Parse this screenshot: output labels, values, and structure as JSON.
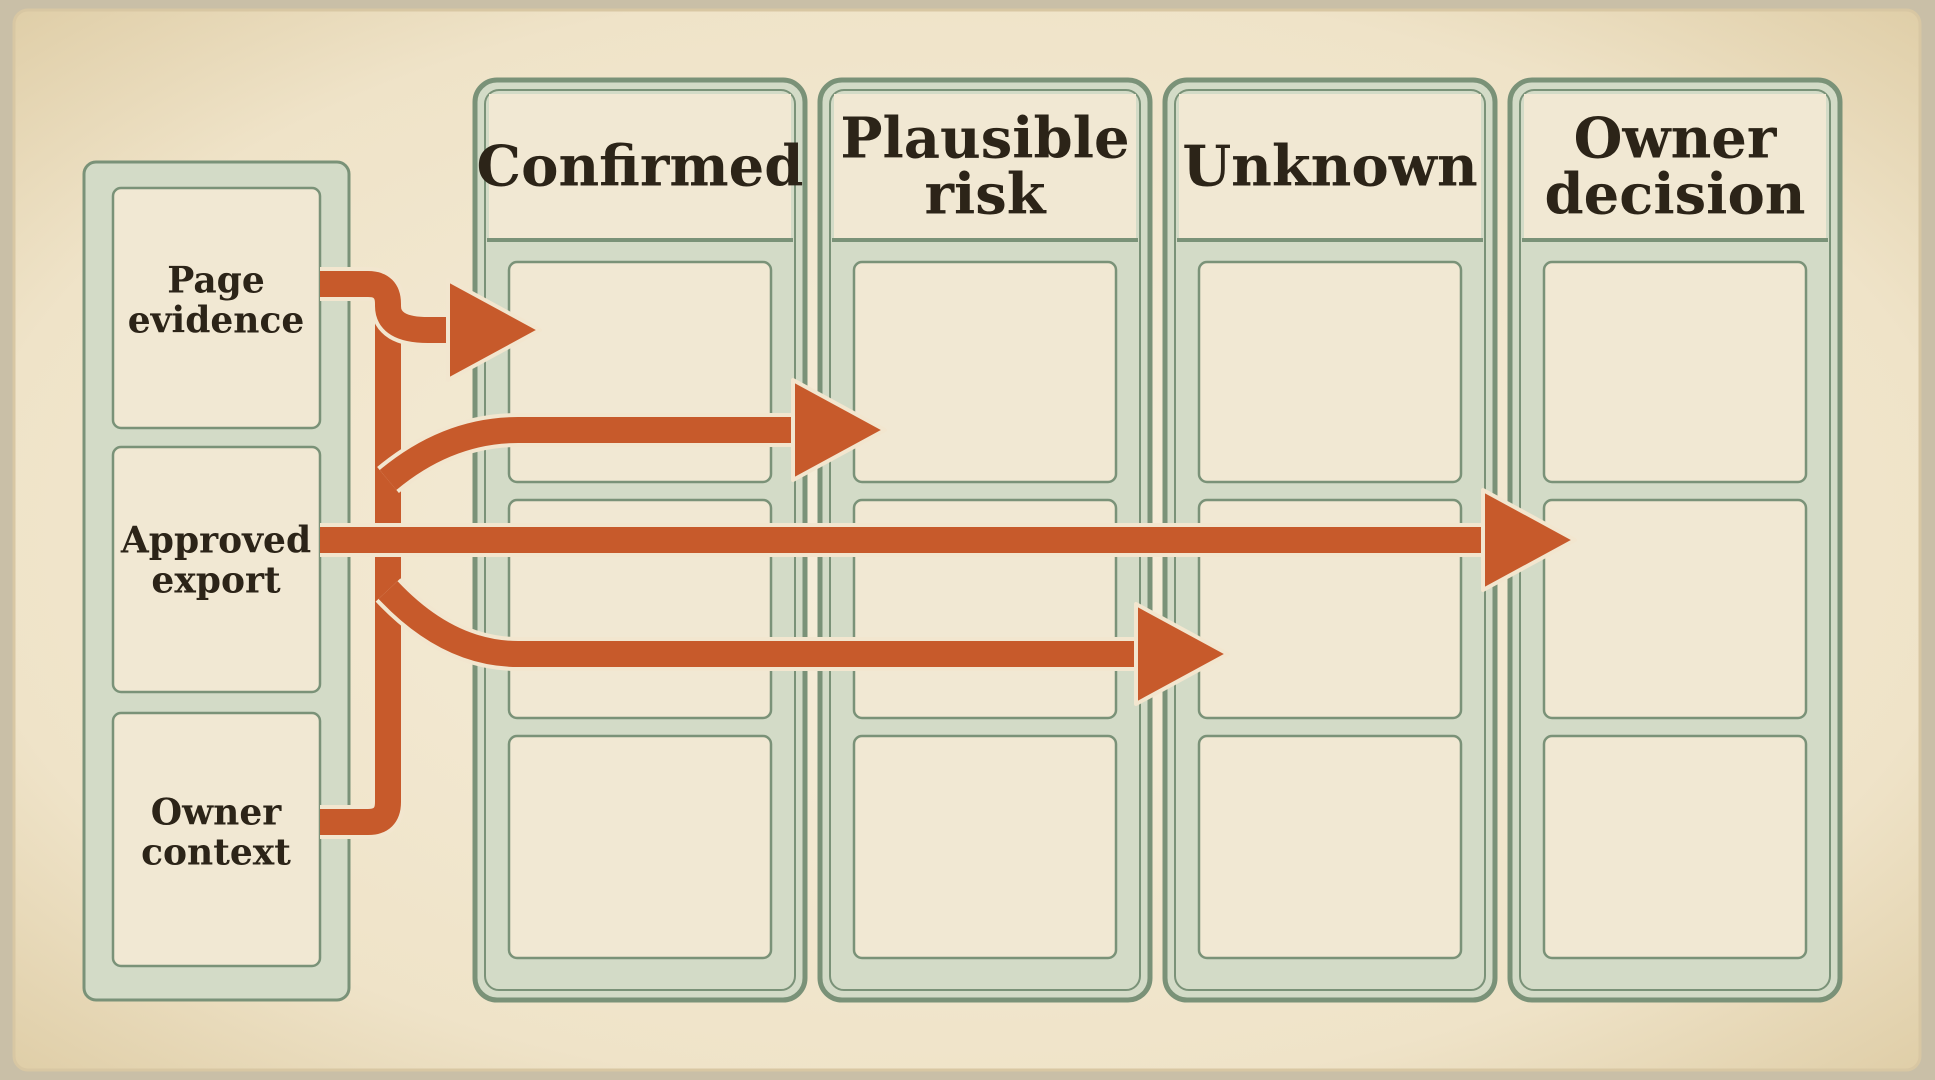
{
  "inputs": [
    {
      "lines": [
        "Page",
        "evidence"
      ]
    },
    {
      "lines": [
        "Approved",
        "export"
      ]
    },
    {
      "lines": [
        "Owner",
        "context"
      ]
    }
  ],
  "columns": [
    {
      "lines": [
        "Confirmed"
      ]
    },
    {
      "lines": [
        "Plausible",
        "risk"
      ]
    },
    {
      "lines": [
        "Unknown"
      ]
    },
    {
      "lines": [
        "Owner",
        "decision"
      ]
    }
  ],
  "flows": [
    {
      "to_column": 0,
      "to_row": 0
    },
    {
      "to_column": 1,
      "to_row": 0
    },
    {
      "to_column": 3,
      "to_row": 1
    },
    {
      "to_column": 2,
      "to_row": 1
    }
  ],
  "colors": {
    "paper": "#f1e7d0",
    "paper_edge": "#e2d3b3",
    "panel_fill": "#d3dbc7",
    "panel_border": "#7a9278",
    "cell_fill": "#f1e8d3",
    "arrow": "#c75a2b",
    "arrow_outline": "#f2e6cf",
    "text": "#2c2418"
  }
}
